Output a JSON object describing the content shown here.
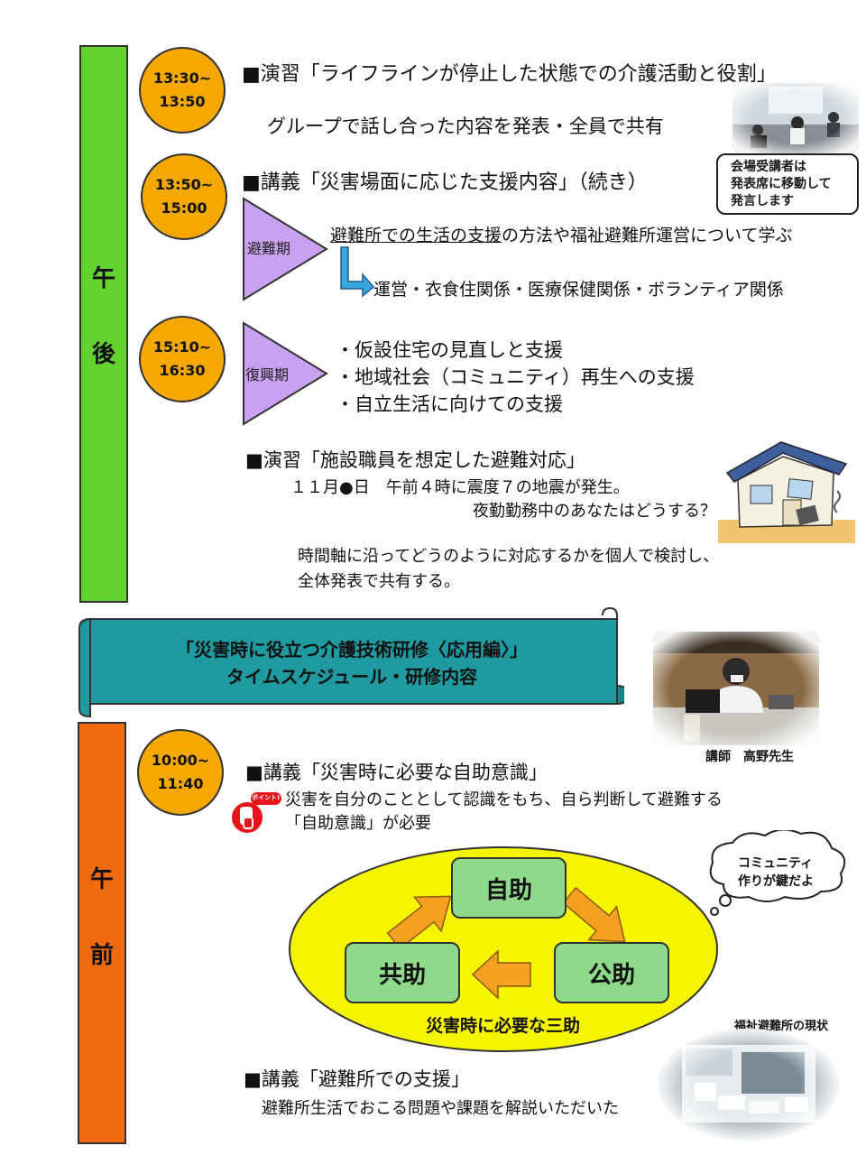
{
  "afternoon": {
    "label_top": "午",
    "label_bottom": "後",
    "s1": {
      "time_start": "13:30~",
      "time_end": "13:50",
      "heading": "■演習「ライフラインが停止した状態での介護活動と役割」",
      "desc": "グループで話し合った内容を発表・全員で共有"
    },
    "s2": {
      "time_start": "13:50~",
      "time_end": "15:00",
      "heading": "■講義「災害場面に応じた支援内容」（続き）",
      "callout_l1": "会場受講者は",
      "callout_l2": "発表席に移動して",
      "callout_l3": "発言します",
      "phase": "避難期",
      "line1_ul": "避難所での生活の支援",
      "line1_rest": "の方法や福祉避難所運営について学ぶ",
      "line2": "運営・衣食住関係・医療保健関係・ボランティア関係"
    },
    "s3": {
      "time_start": "15:10~",
      "time_end": "16:30",
      "phase": "復興期",
      "b1": "・仮設住宅の見直しと支援",
      "b2": "・地域社会（コミュニティ）再生への支援",
      "b3": "・自立生活に向けての支援",
      "heading": "■演習「施設職員を想定した避難対応」",
      "scenario1": "１１月●日　午前４時に震度７の地震が発生。",
      "scenario2": "夜勤勤務中のあなたはどうする？",
      "desc1": "時間軸に沿ってどうのように対応するかを個人で検討し、",
      "desc2": "全体発表で共有する。"
    }
  },
  "banner": {
    "line1": "「災害時に役立つ介護技術研修〈応用編〉」",
    "line2": "タイムスケジュール・研修内容"
  },
  "lecturer_caption": "講師　高野先生",
  "morning": {
    "label_top": "午",
    "label_bottom": "前",
    "s1": {
      "time_start": "10:00~",
      "time_end": "11:40",
      "heading": "■講義「災害時に必要な自助意識」",
      "point_label": "ポイント!",
      "desc1": "災害を自分のこととして認識をもち、自ら判断して避難する",
      "desc2": "「自助意識」が必要"
    },
    "diagram": {
      "top": "自助",
      "right": "公助",
      "left": "共助",
      "caption": "災害時に必要な三助"
    },
    "bubble_l1": "コミュニティ",
    "bubble_l2": "作りが鍵だよ",
    "photo2_caption": "福祉避難所の現状",
    "s2": {
      "heading": "■講義「避難所での支援」",
      "desc": "避難所生活でおこる問題や課題を解説いただいた"
    }
  },
  "colors": {
    "green_bar": "#63d12e",
    "orange_bar": "#f06a10",
    "time_circle": "#f5a800",
    "triangle": "#c8a2f0",
    "banner": "#1f9aa0",
    "ellipse": "#f5f500",
    "cycle_box": "#8fd98a",
    "arrow": "#f5a020"
  }
}
